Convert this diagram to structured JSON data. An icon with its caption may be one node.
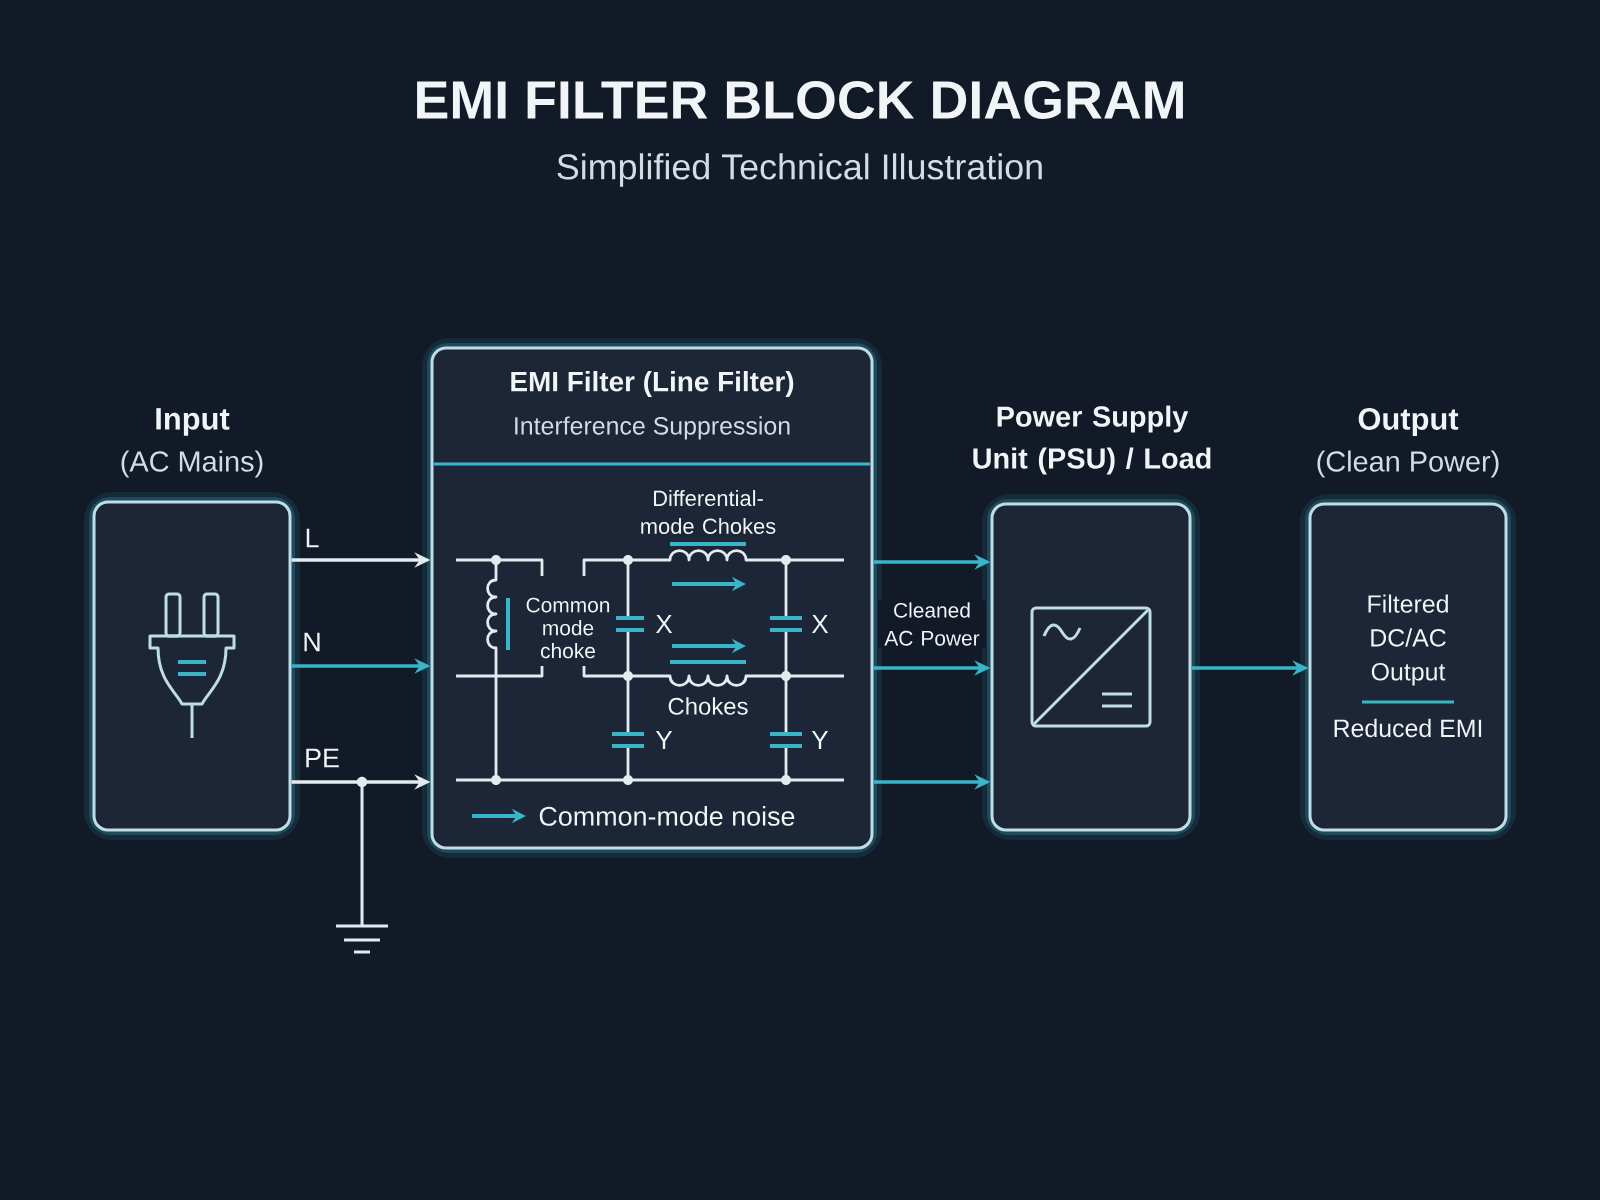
{
  "diagram": {
    "title": "EMI FILTER BLOCK DIAGRAM",
    "nodes": [
      {
        "text": [
          "Input",
          "(AC Mains)"
        ]
      },
      {
        "text": [
          "EMI Filter (Line Filter)",
          "Interference Suppression"
        ]
      },
      {
        "text": [
          "Power Supply Unit (PSU) / Load"
        ]
      },
      {
        "text": [
          "Output",
          "(Clean Power)",
          "Filtered DC/AC Output",
          "Reduced EMI"
        ]
      }
    ],
    "edges": [
      {
        "from": 0,
        "to": 1,
        "arrow": "to",
        "label": "L",
        "color": "#e3ebf0"
      },
      {
        "from": 0,
        "to": 1,
        "arrow": "to",
        "label": "N"
      },
      {
        "from": 0,
        "to": 1,
        "arrow": "to",
        "label": "PE",
        "color": "#e3ebf0"
      },
      {
        "from": 1,
        "to": 2,
        "arrow": "to"
      },
      {
        "from": 1,
        "to": 2,
        "arrow": "to",
        "label": "Cleaned AC Power"
      },
      {
        "from": 1,
        "to": 2,
        "arrow": "to"
      },
      {
        "from": 2,
        "to": 3,
        "arrow": "to"
      }
    ],
    "labels": [
      "Simplified Technical Illustration",
      "Differential-mode Chokes",
      "Common mode choke",
      "X",
      "X",
      "Chokes",
      "Y",
      "Y"
    ],
    "legend": [
      {
        "text": "Common-mode noise"
      }
    ]
  }
}
